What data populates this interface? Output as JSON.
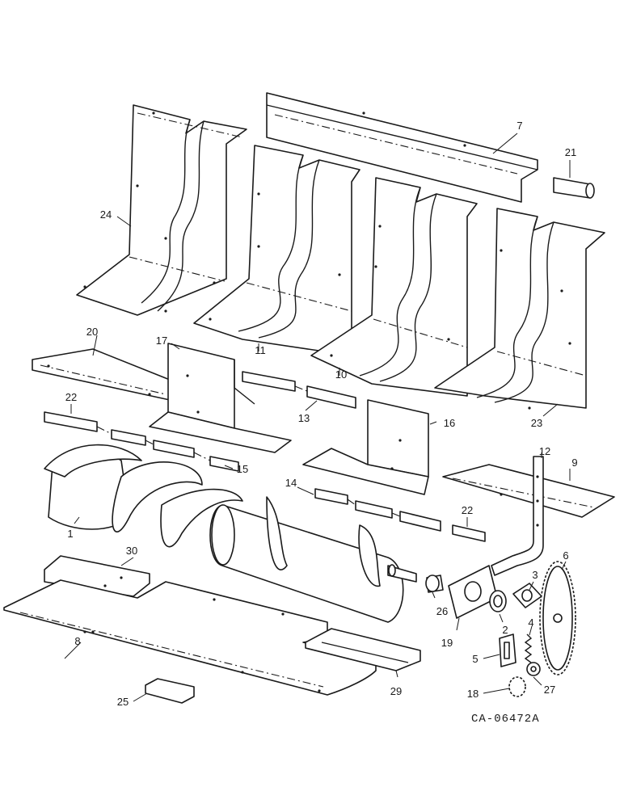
{
  "drawing_code": "CA-06472A",
  "callouts": {
    "c1": "1",
    "c2": "2",
    "c3": "3",
    "c4": "4",
    "c5": "5",
    "c6": "6",
    "c7": "7",
    "c8": "8",
    "c9": "9",
    "c10": "10",
    "c11": "11",
    "c12": "12",
    "c13": "13",
    "c14": "14",
    "c15": "15",
    "c16": "16",
    "c17": "17",
    "c18": "18",
    "c19": "19",
    "c20": "20",
    "c21": "21",
    "c22a": "22",
    "c22b": "22",
    "c23": "23",
    "c24": "24",
    "c25": "25",
    "c26": "26",
    "c27": "27",
    "c29": "29",
    "c30": "30"
  }
}
